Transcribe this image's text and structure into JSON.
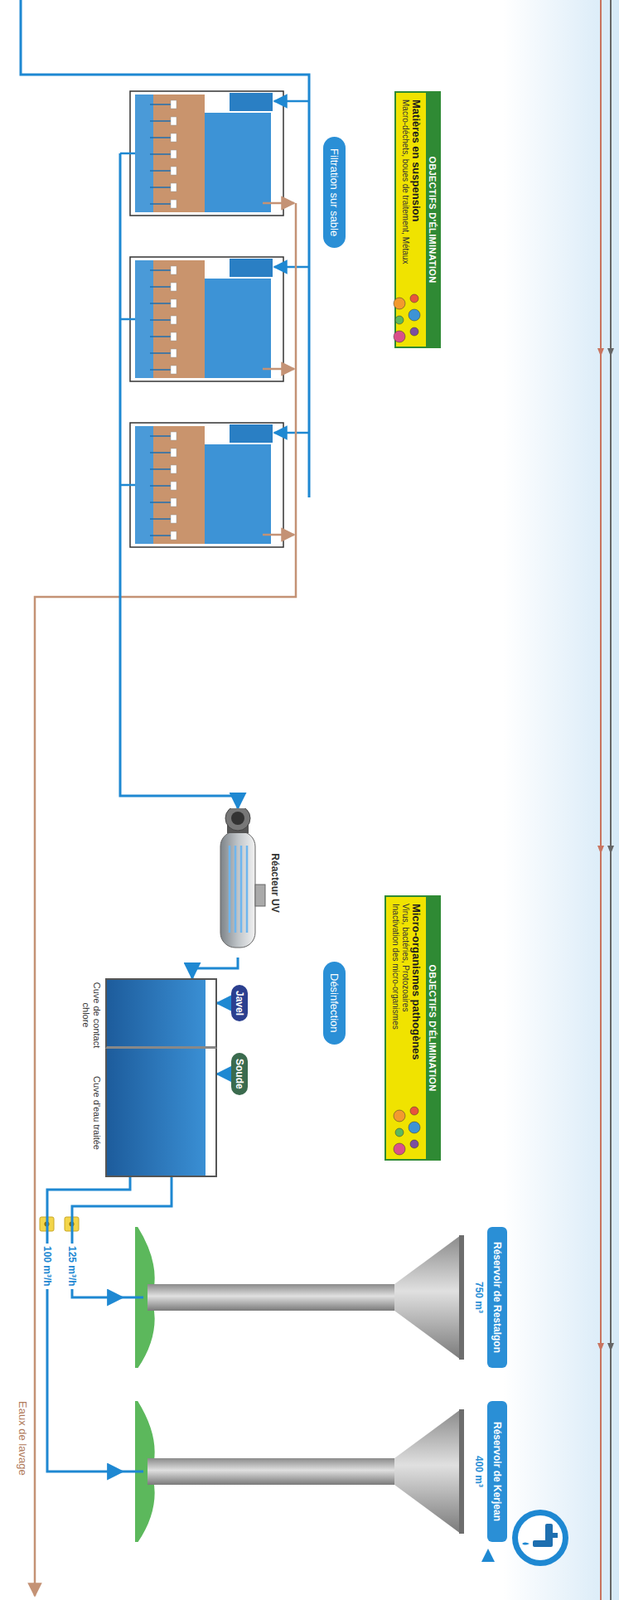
{
  "diagram": {
    "nodes": [
      {
        "text": [
          "OBJECTIFS D'ÉLIMINATION",
          "Matières en suspension",
          "Macro-déchets, boues de traitement, Métaux"
        ]
      },
      {
        "text": [
          "Filtration sur sable"
        ]
      },
      {
        "text": [
          "OBJECTIFS D'ÉLIMINATION",
          "Micro-organismes pathogènes",
          "Virus, bactéries, Protozoaires",
          "Inactivation des micro-organismes"
        ]
      },
      {
        "text": [
          "Désinfection"
        ]
      },
      {
        "text": [
          "Réacteur UV"
        ]
      },
      {
        "text": [
          "Javel"
        ]
      },
      {
        "text": [
          "Soude"
        ]
      },
      {
        "text": [
          "Cuve de contact chlore"
        ]
      },
      {
        "text": [
          "Cuve d'eau traitée"
        ]
      },
      {
        "text": [
          "Réservoir de Restalgon",
          "750 m³"
        ]
      },
      {
        "text": [
          "Réservoir de Kerjean",
          "400 m³"
        ]
      }
    ],
    "edges": [
      {
        "from": 4,
        "to": 7,
        "arrow": "to"
      },
      {
        "from": 5,
        "to": 7,
        "arrow": "to"
      },
      {
        "from": 6,
        "to": 8,
        "arrow": "to"
      },
      {
        "from": 8,
        "to": 9,
        "label": "125 m³/h",
        "arrow": "to"
      },
      {
        "from": 8,
        "to": 10,
        "label": "100 m³/h",
        "arrow": "to"
      }
    ],
    "labels": [
      "Eaux de lavage"
    ]
  }
}
